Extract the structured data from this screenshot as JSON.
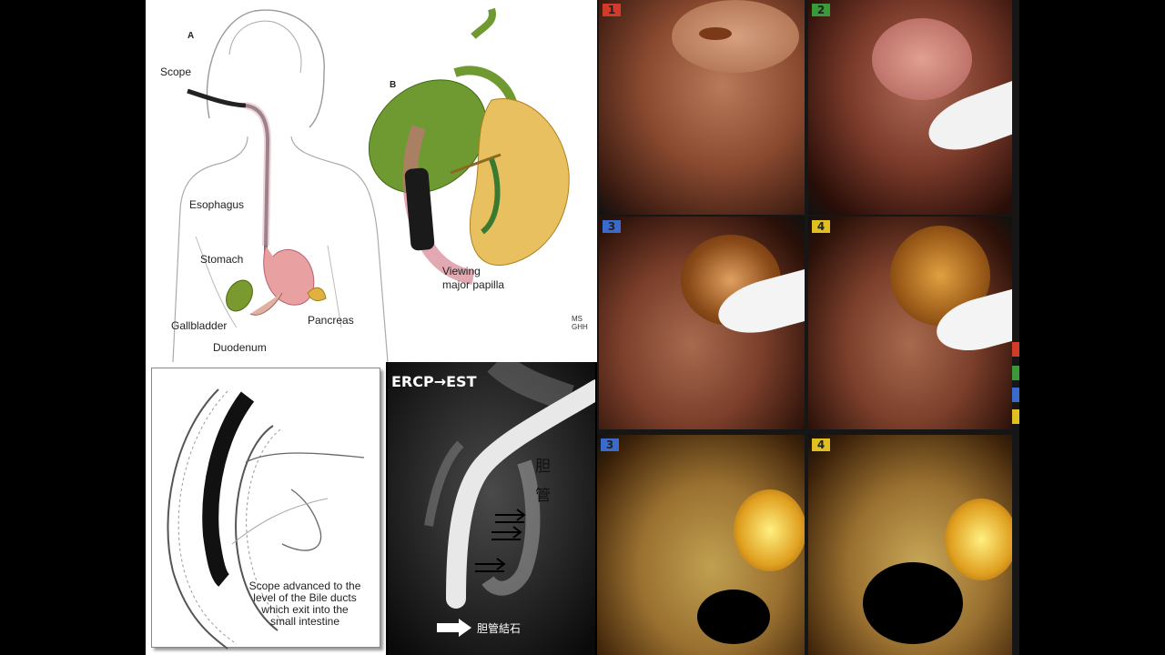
{
  "illustration": {
    "panel_a_letter": "A",
    "panel_b_letter": "B",
    "labels": {
      "scope": "Scope",
      "esophagus": "Esophagus",
      "stomach": "Stomach",
      "gallbladder": "Gallbladder",
      "duodenum": "Duodenum",
      "pancreas": "Pancreas",
      "viewing_line1": "Viewing",
      "viewing_line2": "major papilla"
    },
    "signature_mark": "MS GHH"
  },
  "scope_diagram": {
    "caption_lines": [
      "Scope advanced to the",
      "level of the Bile ducts",
      "which exit into the",
      "small intestine"
    ]
  },
  "ercp": {
    "title": "ERCP→EST",
    "duct_label_1": "胆",
    "duct_label_2": "管",
    "stone_label": "胆管結石"
  },
  "endoscopy": {
    "tiles": [
      {
        "num": "1",
        "color": "#d23a2a"
      },
      {
        "num": "2",
        "color": "#3a9a3a"
      },
      {
        "num": "3",
        "color": "#3a6acc"
      },
      {
        "num": "4",
        "color": "#e0c020"
      },
      {
        "num": "3",
        "color": "#3a6acc"
      },
      {
        "num": "4",
        "color": "#e0c020"
      }
    ],
    "side_tabs": [
      "#d23a2a",
      "#3a9a3a",
      "#3a6acc",
      "#e0c020"
    ]
  }
}
